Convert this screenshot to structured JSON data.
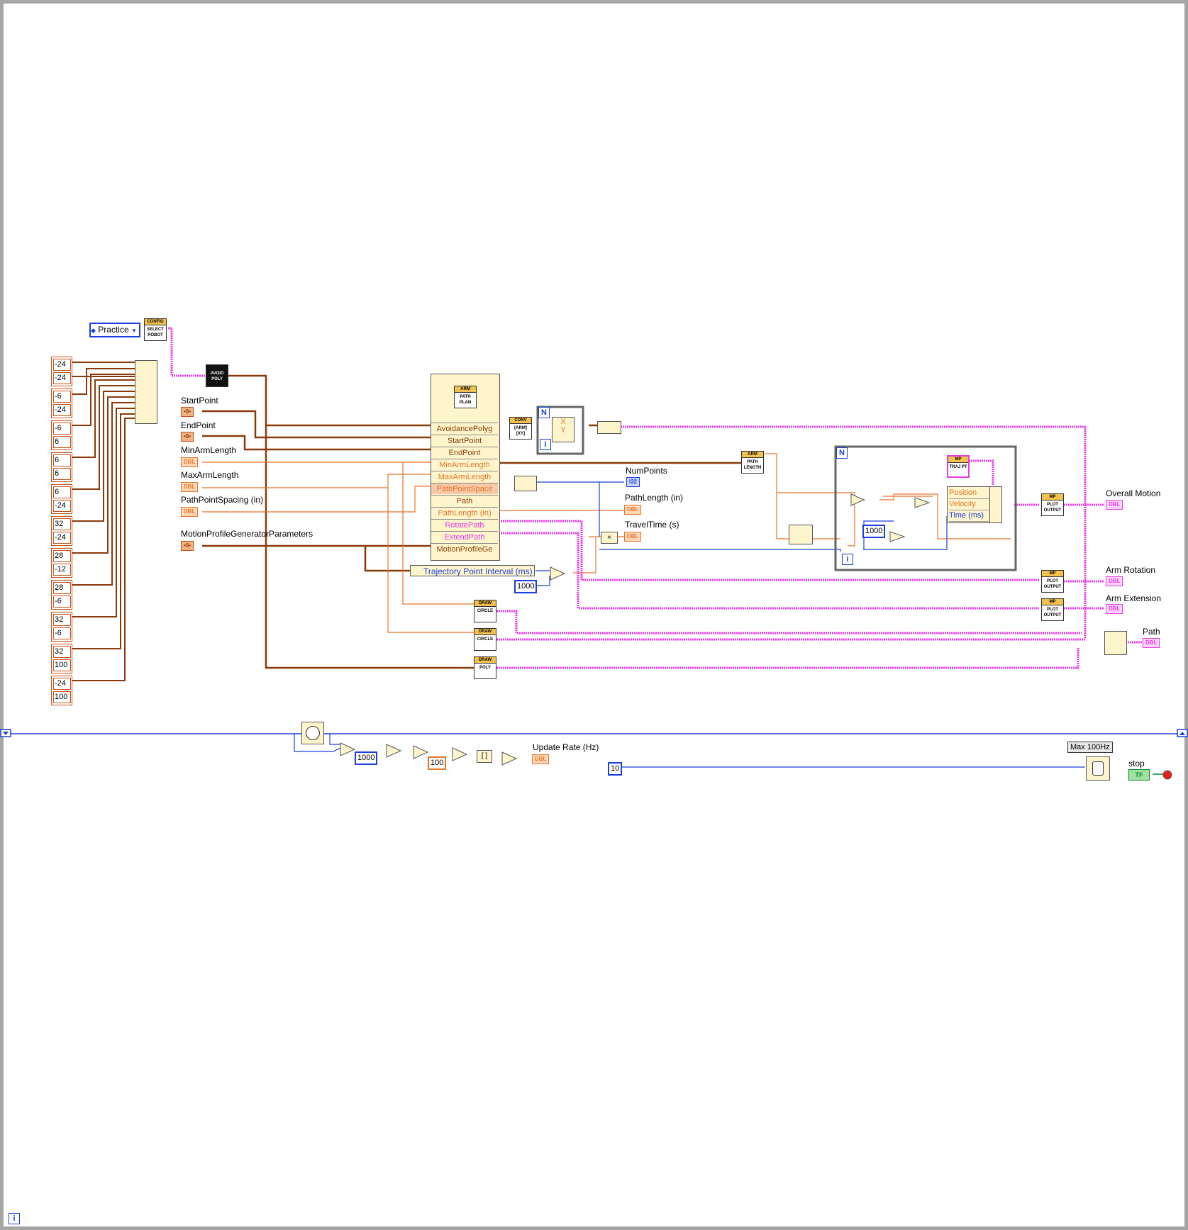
{
  "robot_select": {
    "value": "Practice"
  },
  "config_vi": {
    "header": "CONFIG",
    "body": "SELECT ROBOT"
  },
  "avoid_vi": {
    "label": "AVOID POLY"
  },
  "array_constants": [
    [
      "-24",
      "-24"
    ],
    [
      "-6",
      "-24"
    ],
    [
      "-6",
      "6"
    ],
    [
      "6",
      "6"
    ],
    [
      "6",
      "-24"
    ],
    [
      "32",
      "-24"
    ],
    [
      "28",
      "-12"
    ],
    [
      "28",
      "-6"
    ],
    [
      "32",
      "-6"
    ],
    [
      "32",
      "100"
    ],
    [
      "-24",
      "100"
    ]
  ],
  "controls": {
    "start_point": "StartPoint",
    "end_point": "EndPoint",
    "min_arm_length": "MinArmLength",
    "max_arm_length": "MaxArmLength",
    "path_point_spacing": "PathPointSpacing (in)",
    "motion_profile_params": "MotionProfileGeneratorParameters"
  },
  "type_tags": {
    "dbl": "DBL",
    "i32": "I32",
    "cluster": "•0•",
    "tf": "TF"
  },
  "path_plan_vi": {
    "header": "ARM",
    "body": "PATH PLAN",
    "terminals": [
      "AvoidancePolyg",
      "StartPoint",
      "EndPoint",
      "MinArmLength",
      "MaxArmLength",
      "PathPointSpacir",
      "Path",
      "PathLength (in)",
      "RotatePath",
      "ExtendPath",
      "MotionProfileGe"
    ]
  },
  "conv_vi": {
    "header": "CONV",
    "body": "[ARM] [XY]"
  },
  "xy_unbundle": {
    "x": "X",
    "y": "Y"
  },
  "loop_labels": {
    "n": "N",
    "i": "i"
  },
  "indicators": {
    "num_points": "NumPoints",
    "path_length": "PathLength (in)",
    "travel_time": "TravelTime (s)",
    "overall_motion": "Overall Motion",
    "arm_rotation": "Arm Rotation",
    "arm_extension": "Arm Extension",
    "path": "Path",
    "update_rate": "Update Rate (Hz)",
    "stop": "stop"
  },
  "arm_path_length_vi": {
    "header": "ARM",
    "body": "PATH LENGTH"
  },
  "traj_pt_vi": {
    "header": "MP",
    "body": "TRAJ PT"
  },
  "traj_outputs": [
    "Position",
    "Velocity",
    "Time (ms)"
  ],
  "plot_output_vi": {
    "header": "MP",
    "body": "PLOT OUTPUT"
  },
  "draw_circle_vi": {
    "header": "DRAW",
    "body": "CIRCLE"
  },
  "draw_poly_vi": {
    "header": "DRAW",
    "body": "POLY"
  },
  "trajectory_interval": "Trajectory Point Interval (ms)",
  "numeric_constants": {
    "c1000_a": "1000",
    "c1000_b": "1000",
    "c1000_c": "1000",
    "c100": "100",
    "c10": "10"
  },
  "wait_label": "Max 100Hz",
  "colors": {
    "cluster_wire": "#8a3a0a",
    "dbl_wire": "#e8752a",
    "int_wire": "#1a3fe0",
    "waveform_wire": "#e63ae6",
    "frame_border": "#a6a6a6",
    "vi_header": "#f2c14e",
    "node_fill": "#fff5cc"
  }
}
